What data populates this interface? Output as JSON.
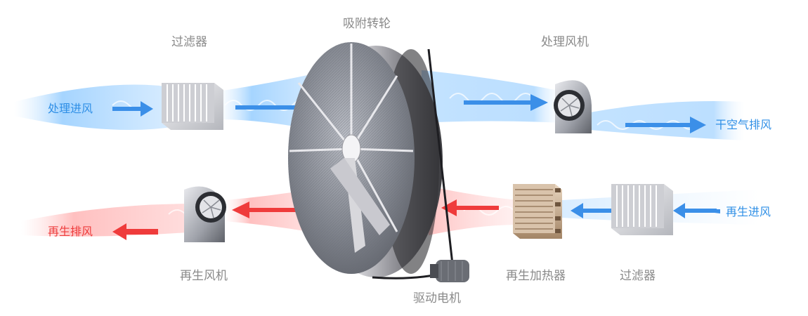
{
  "labels": {
    "wheel": "吸附转轮",
    "filter_top": "过滤器",
    "process_fan": "处理风机",
    "process_inlet": "处理进风",
    "dry_outlet": "干空气排风",
    "regen_exhaust": "再生排风",
    "regen_inlet": "再生进风",
    "regen_fan": "再生风机",
    "regen_heater": "再生加热器",
    "filter_bottom": "过滤器",
    "drive_motor": "驱动电机"
  },
  "colors": {
    "process_air": "#2f8fe6",
    "regen_air": "#ee3b3b",
    "label_gray": "#8a8a8a"
  }
}
